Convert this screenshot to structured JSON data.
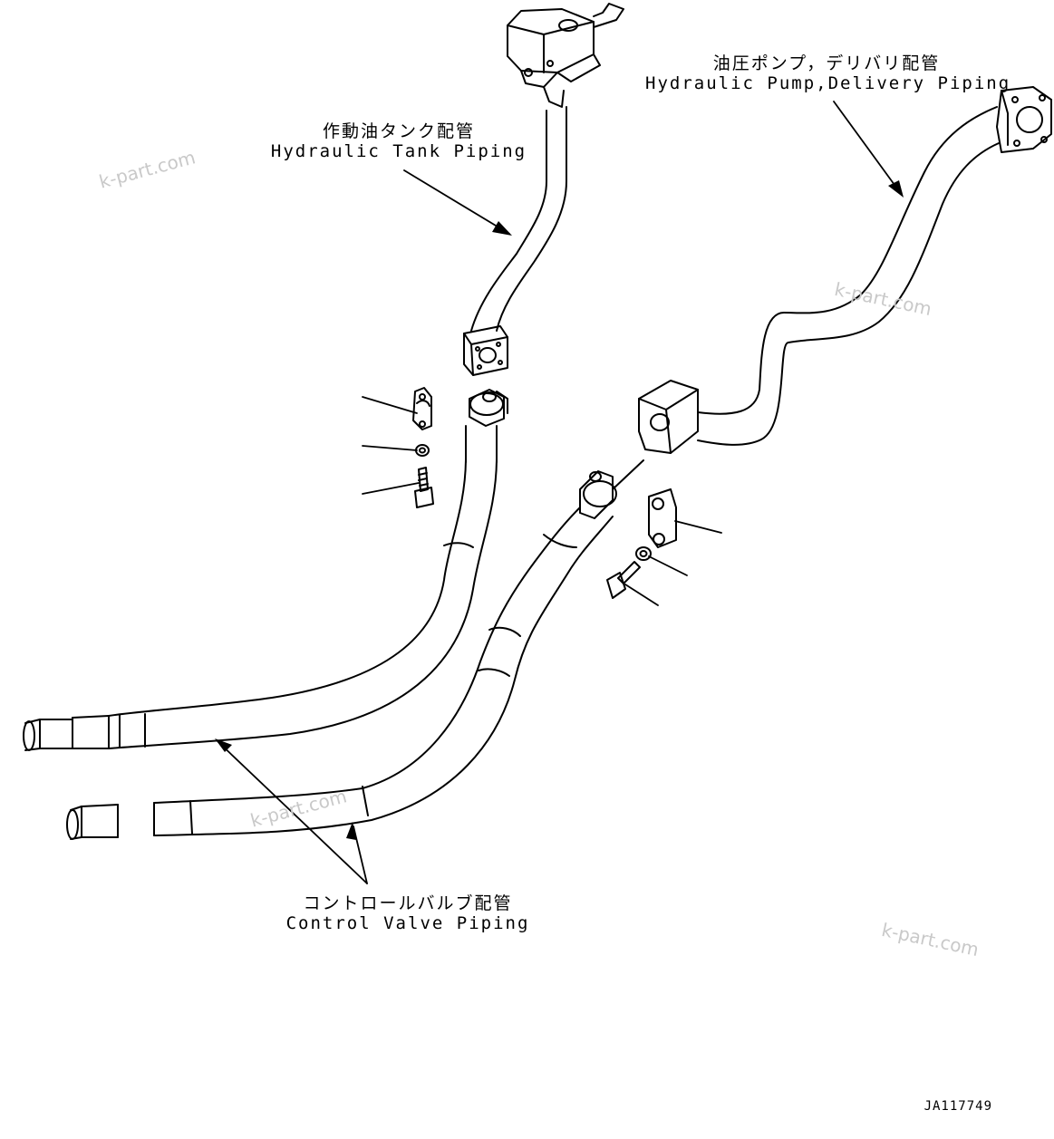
{
  "labels": {
    "tank": {
      "jp": "作動油タンク配管",
      "en": "Hydraulic Tank Piping"
    },
    "pump": {
      "jp": "油圧ポンプ，デリバリ配管",
      "en": "Hydraulic Pump,Delivery Piping"
    },
    "control": {
      "jp": "コントロールバルブ配管",
      "en": "Control Valve Piping"
    }
  },
  "watermark": "k-part.com",
  "drawing_code": "JA117749"
}
